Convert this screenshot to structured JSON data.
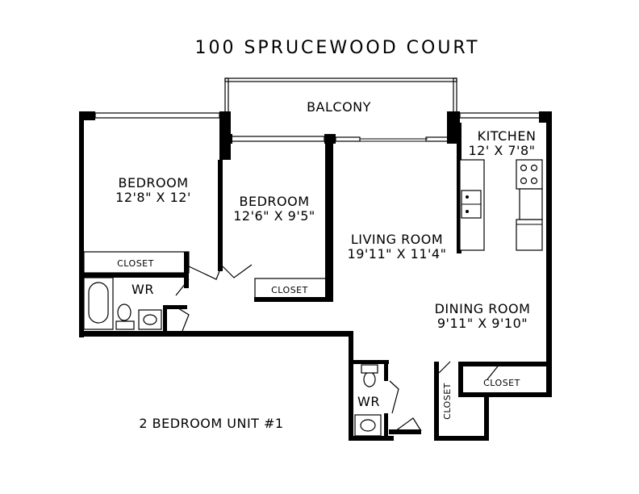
{
  "title": "100 SPRUCEWOOD COURT",
  "unit": "2 BEDROOM UNIT #1",
  "rooms": {
    "balcony": {
      "name": "BALCONY"
    },
    "kitchen": {
      "name": "KITCHEN",
      "size": "12' X 7'8\""
    },
    "bedroom1": {
      "name": "BEDROOM",
      "size": "12'8\" X 12'"
    },
    "bedroom2": {
      "name": "BEDROOM",
      "size": "12'6\" X 9'5\""
    },
    "living": {
      "name": "LIVING ROOM",
      "size": "19'11\" X 11'4\""
    },
    "dining": {
      "name": "DINING ROOM",
      "size": "9'11\" X 9'10\""
    }
  },
  "closets": {
    "bedroom1": "CLOSET",
    "bedroom2": "CLOSET",
    "dining": "CLOSET",
    "hall": "CLOSET"
  },
  "washrooms": {
    "main": "WR",
    "entry": "WR"
  }
}
